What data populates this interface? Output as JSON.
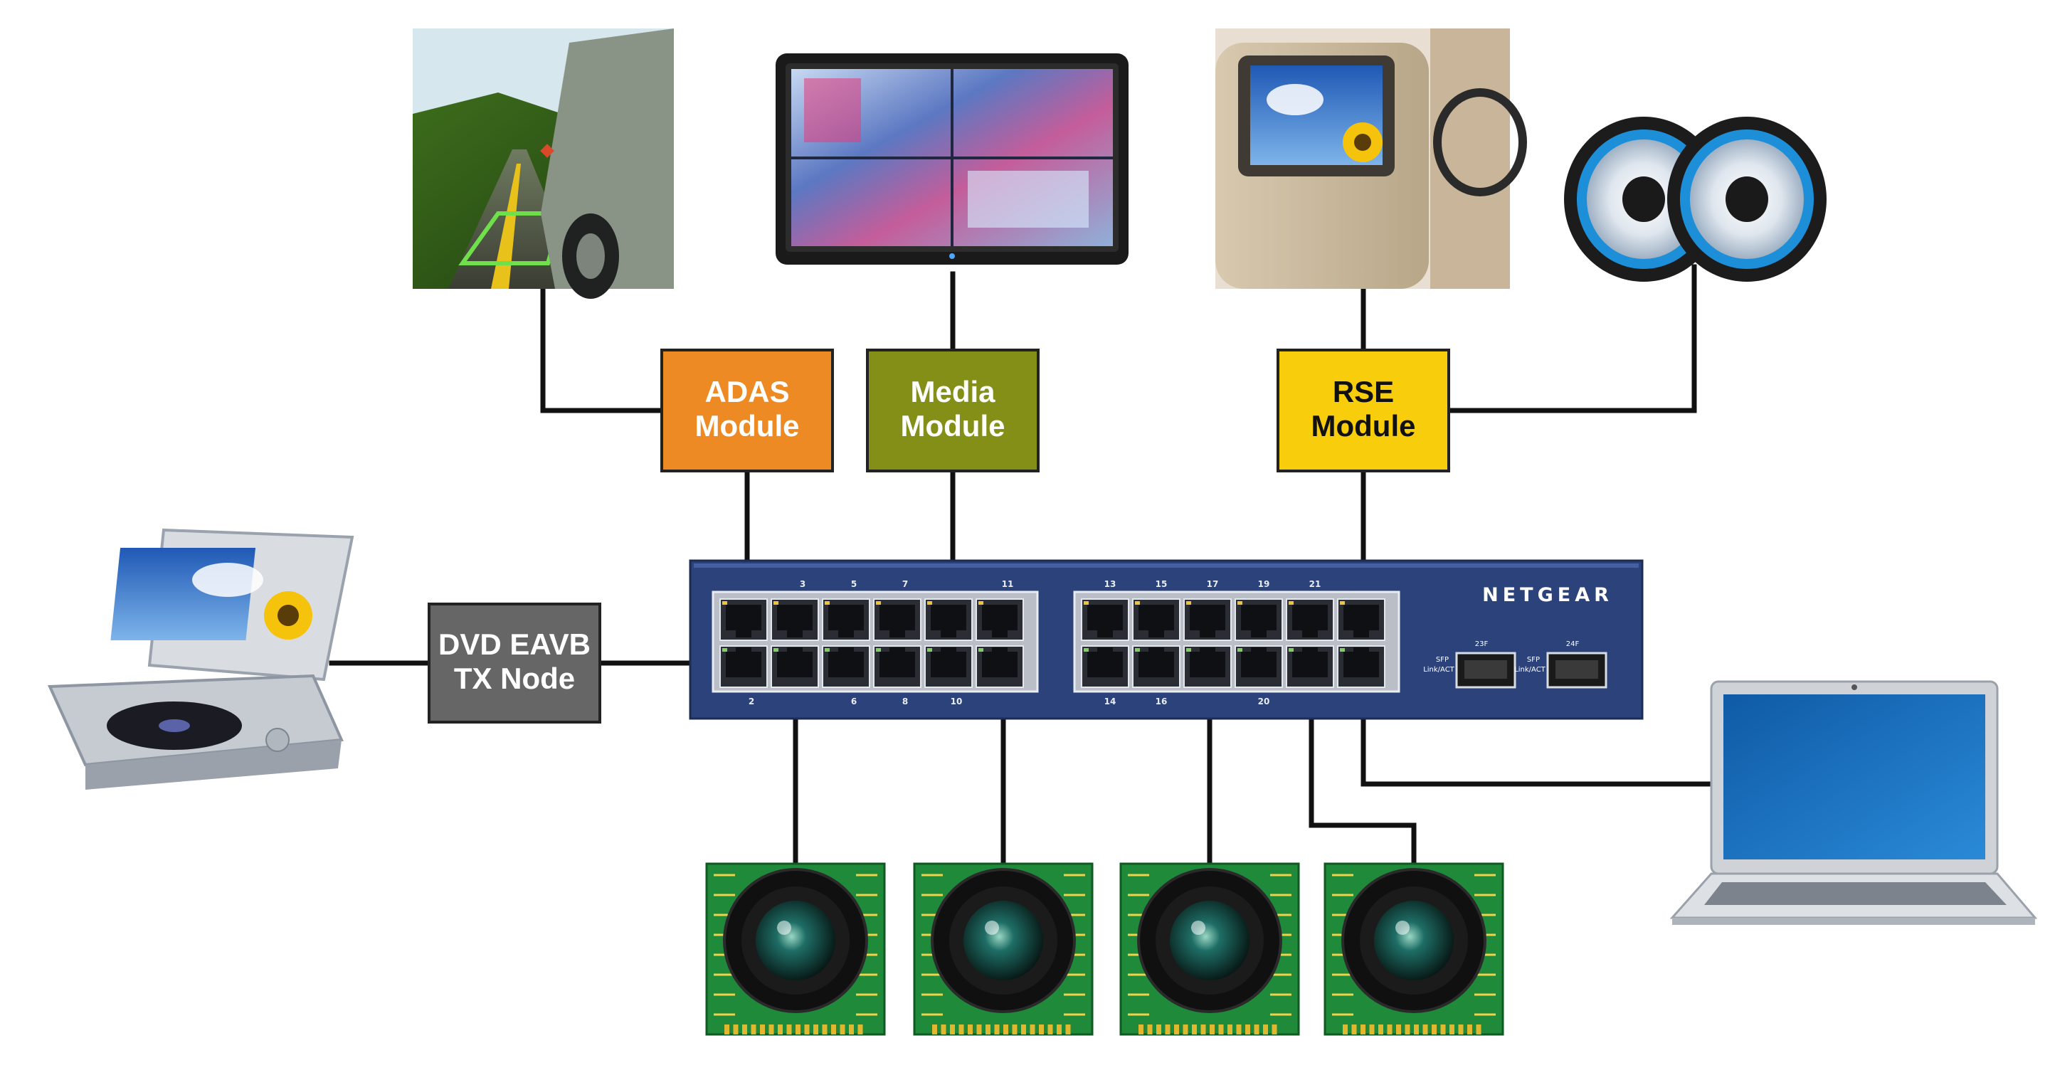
{
  "modules": {
    "adas": {
      "line1": "ADAS",
      "line2": "Module",
      "color": "#ee8a23",
      "text_color": "#ffffff"
    },
    "media": {
      "line1": "Media",
      "line2": "Module",
      "color": "#848f17",
      "text_color": "#ffffff"
    },
    "rse": {
      "line1": "RSE",
      "line2": "Module",
      "color": "#f8cd0b",
      "text_color": "#111111"
    },
    "dvd_node": {
      "line1": "DVD EAVB",
      "line2": "TX Node",
      "color": "#666666",
      "text_color": "#ffffff"
    }
  },
  "switch": {
    "brand": "NETGEAR",
    "body_color": "#2b427a",
    "top_ports": [
      "3",
      "5",
      "7",
      "11",
      "13",
      "15",
      "17",
      "19",
      "21"
    ],
    "bottom_ports": [
      "2",
      "6",
      "8",
      "10",
      "14",
      "16",
      "20"
    ],
    "sfp_ports": [
      {
        "label": "23F",
        "sub1": "SFP",
        "sub2": "Link/ACT"
      },
      {
        "label": "24F",
        "sub1": "SFP",
        "sub2": "Link/ACT"
      }
    ]
  },
  "devices": {
    "adas_camera_view": "road-camera-photo",
    "media_display": "monitor-display",
    "rse_display": "headrest-screen-photo",
    "speakers": "speaker-pair",
    "dvd_player": "portable-dvd-player",
    "laptop": "laptop",
    "cameras": [
      "camera-board",
      "camera-board",
      "camera-board",
      "camera-board"
    ]
  },
  "colors": {
    "wire": "#111111",
    "pcb": "#1f8b3a",
    "speaker_ring": "#1d8fd9",
    "laptop_screen": "#1569b3"
  }
}
